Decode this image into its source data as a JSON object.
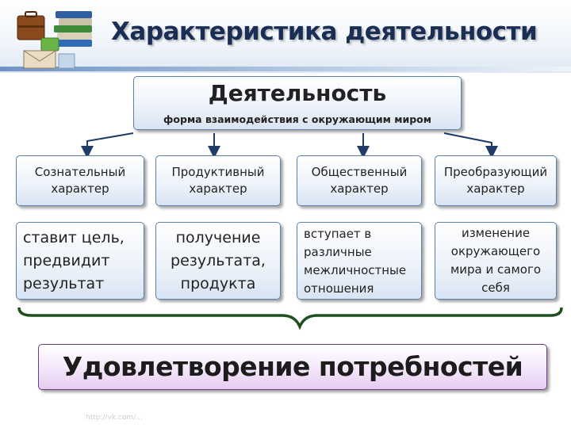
{
  "header": {
    "title": "Характеристика деятельности"
  },
  "main_node": {
    "title": "Деятельность",
    "subtitle": "форма взаимодействия с окружающим миром"
  },
  "categories": [
    {
      "label": "Сознательный характер",
      "description": "ставит цель, предвидит результат"
    },
    {
      "label": "Продуктивный характер",
      "description": "получение результата, продукта"
    },
    {
      "label": "Общественный характер",
      "description": "вступает в различные межличностные отношения"
    },
    {
      "label": "Преобразующий характер",
      "description": "изменение окружающего мира и самого себя"
    }
  ],
  "result": {
    "label": "Удовлетворение потребностей"
  },
  "footer": {
    "url": "http://vk.com/..."
  },
  "colors": {
    "title": "#1a2e55",
    "box_border": "#5a7fae",
    "connector": "#1f3b68",
    "brace": "#1f4f1f",
    "result_border": "#6a3c8c"
  },
  "icons": [
    "books-icon",
    "briefcase-icon",
    "envelope-icon"
  ]
}
